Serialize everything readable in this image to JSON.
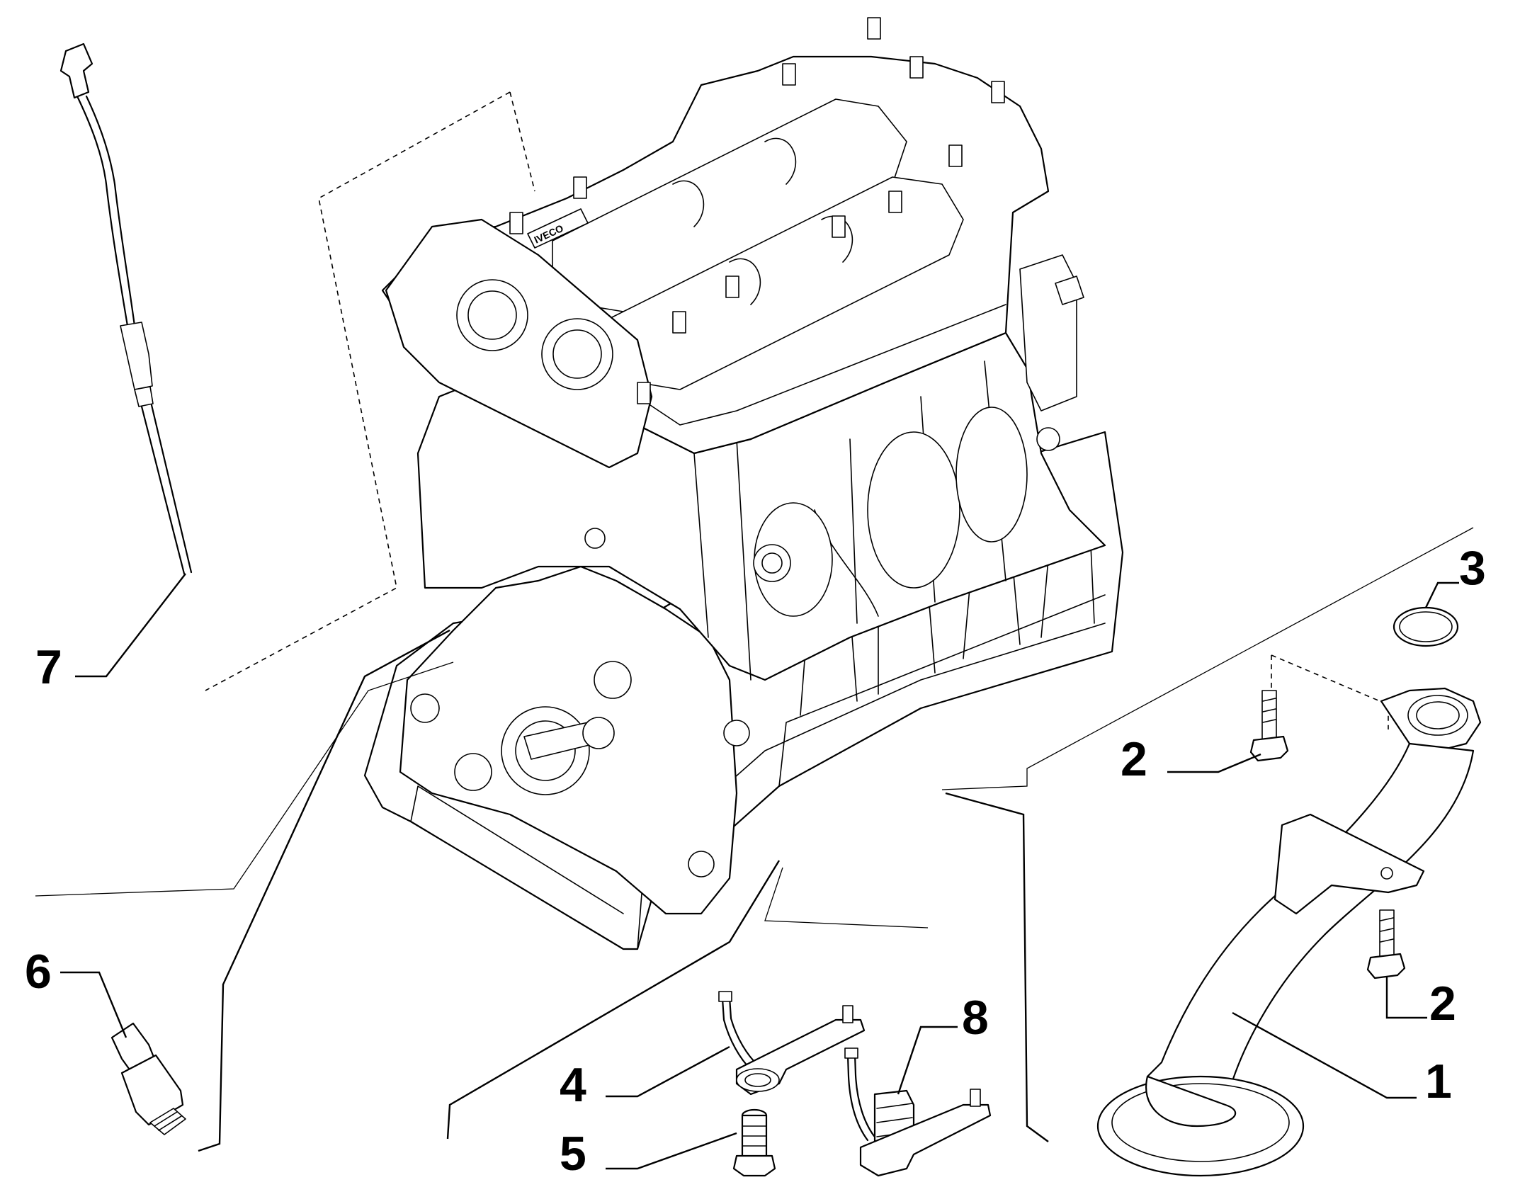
{
  "diagram": {
    "callouts": [
      {
        "id": "7",
        "label": "7"
      },
      {
        "id": "6",
        "label": "6"
      },
      {
        "id": "3",
        "label": "3"
      },
      {
        "id": "2a",
        "label": "2"
      },
      {
        "id": "2b",
        "label": "2"
      },
      {
        "id": "1",
        "label": "1"
      },
      {
        "id": "8",
        "label": "8"
      },
      {
        "id": "4",
        "label": "4"
      },
      {
        "id": "5",
        "label": "5"
      }
    ],
    "engine_brand": "IVECO"
  }
}
